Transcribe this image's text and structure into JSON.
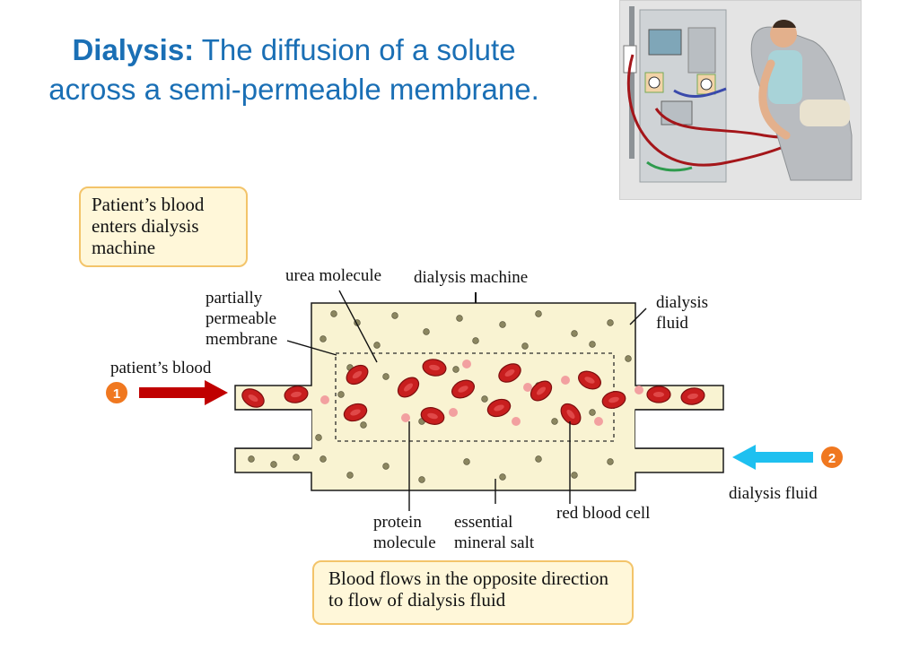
{
  "title": {
    "bold": "Dialysis:",
    "line1": "The diffusion of a solute",
    "line2": "across a semi-permeable membrane."
  },
  "notes": {
    "enter": "Patient’s blood enters dialysis machine",
    "opposite": "Blood flows in the opposite direction to flow of dialysis fluid"
  },
  "labels": {
    "urea": "urea molecule",
    "machine": "dialysis machine",
    "membrane_l1": "partially",
    "membrane_l2": "permeable",
    "membrane_l3": "membrane",
    "fluid_l1": "dialysis",
    "fluid_l2": "fluid",
    "blood": "patient’s blood",
    "fluid_in": "dialysis fluid",
    "protein_l1": "protein",
    "protein_l2": "molecule",
    "salt_l1": "essential",
    "salt_l2": "mineral salt",
    "rbc": "red blood cell",
    "step1": "1",
    "step2": "2"
  },
  "colors": {
    "title": "#1a6fb5",
    "fluid": "#f9f3d2",
    "rbc": "#c81e1e",
    "protein": "#f2a0a0",
    "arrow_blood": "#c00000",
    "arrow_fluid": "#1ec0f0",
    "badge": "#f07820",
    "note_border": "#f3c46a"
  }
}
